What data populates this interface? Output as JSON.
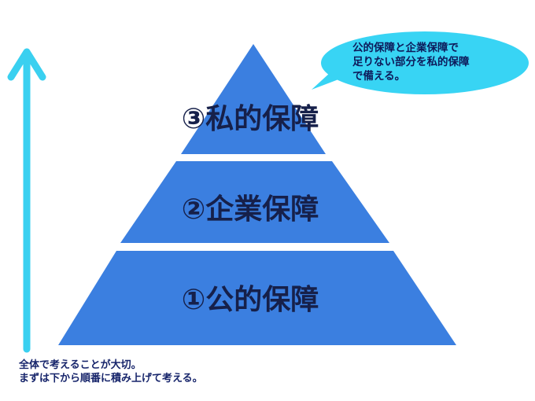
{
  "colors": {
    "tier_fill": "#3b7fe0",
    "arrow": "#3ad0f0",
    "bubble_fill": "#38d4f4",
    "label_text": "#16204a",
    "note_text": "#17256b"
  },
  "tiers": [
    {
      "label": "③私的保障"
    },
    {
      "label": "②企業保障"
    },
    {
      "label": "①公的保障"
    }
  ],
  "bubble": {
    "lines": [
      "公的保障と企業保障で",
      "足りない部分を私的保障",
      "で備える。"
    ]
  },
  "note": {
    "lines": [
      "全体で考えることが大切。",
      "まずは下から順番に積み上げて考える。"
    ]
  },
  "icons": {
    "arrow": "up-arrow-icon"
  }
}
